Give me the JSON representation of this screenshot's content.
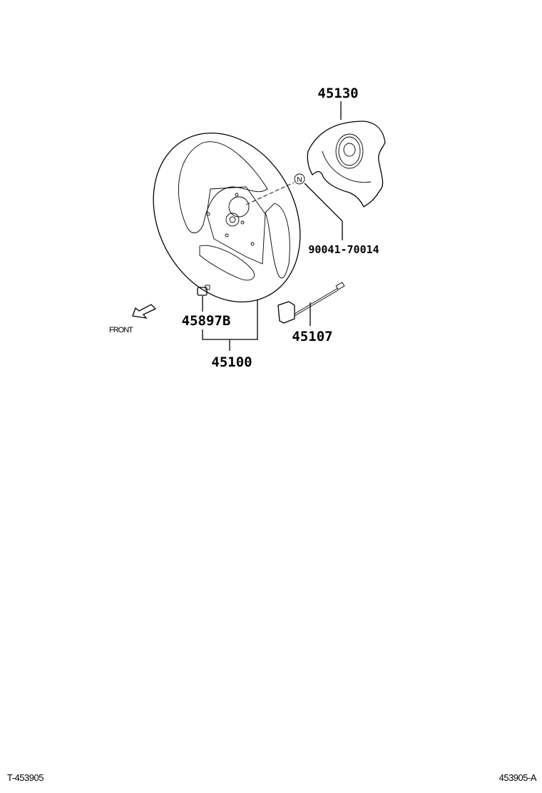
{
  "diagram": {
    "parts": {
      "airbag_pad": "45130",
      "bolt_screw": "90041-70014",
      "steering_wheel_assy": "45100",
      "nut": "45897B",
      "connector": "45107"
    },
    "circle_marker": "N",
    "direction_label": "FRONT",
    "footer_left": "T-453905",
    "footer_right": "453905-A"
  }
}
